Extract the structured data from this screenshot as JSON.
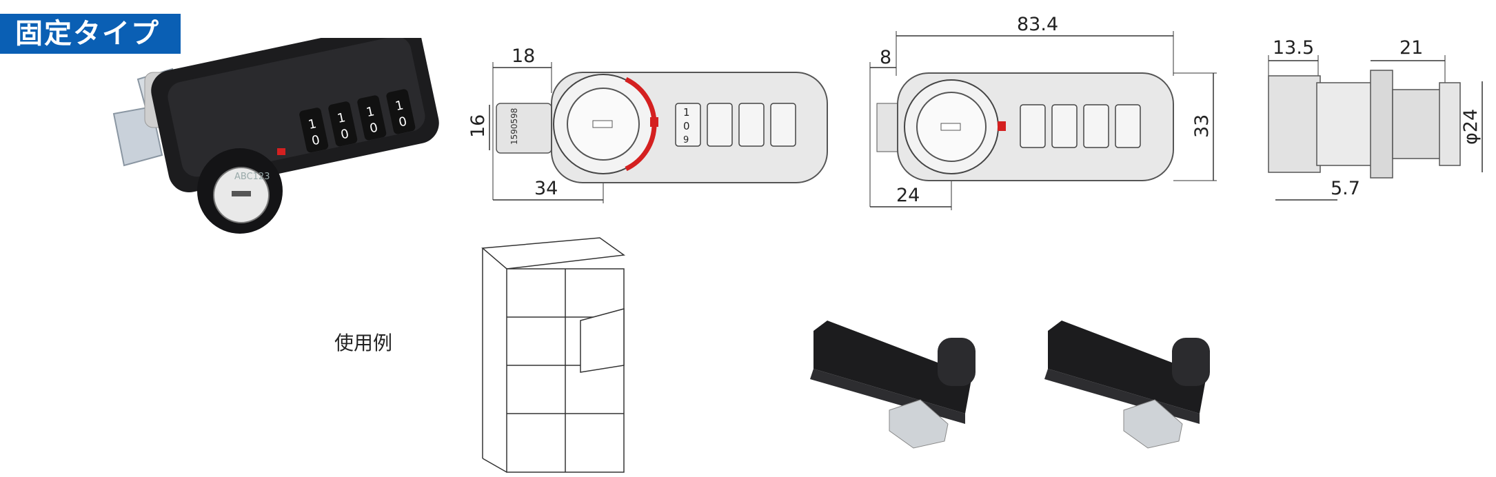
{
  "header": {
    "badge": "固定タイプ"
  },
  "front_view": {
    "dims": {
      "width": "18",
      "height": "16",
      "offset": "34"
    },
    "plate_text": "1590598",
    "dial_digits": [
      "1",
      "0",
      "9"
    ]
  },
  "rear_view": {
    "dims": {
      "overall": "83.4",
      "side": "8",
      "height": "33",
      "offset": "24"
    }
  },
  "side_view": {
    "dims": {
      "a": "13.5",
      "b": "21",
      "c": "5.7",
      "diameter": "φ24"
    }
  },
  "usage": {
    "label": "使用例"
  },
  "photo": {
    "key_text": "ABC123",
    "dial_digits": [
      "1",
      "0"
    ]
  },
  "colors": {
    "badge": "#0a5fb4",
    "lock_body": "#1c1c1e",
    "line": "#333333",
    "accent_red": "#d42020"
  }
}
